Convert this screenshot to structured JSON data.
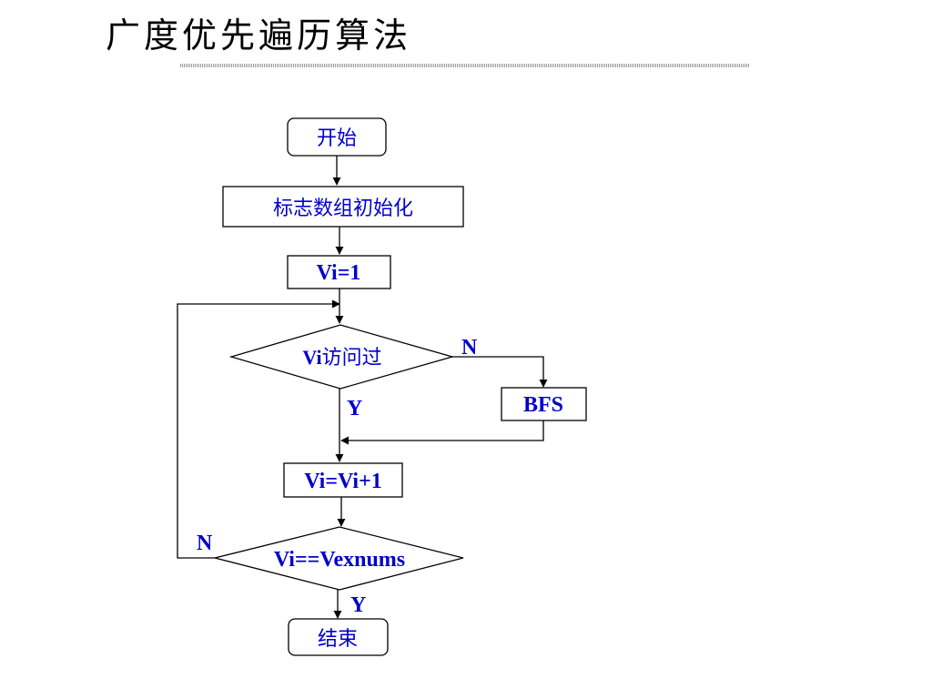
{
  "title": "广度优先遍历算法",
  "nodes": {
    "start": "开始",
    "init": "标志数组初始化",
    "assign": "Vi=1",
    "visited_latin": "Vi",
    "visited_cjk": "访问过",
    "bfs": "BFS",
    "increment": "Vi=Vi+1",
    "compare": "Vi==Vexnums",
    "end": "结束"
  },
  "labels": {
    "visited_no": "N",
    "visited_yes": "Y",
    "compare_no": "N",
    "compare_yes": "Y"
  }
}
